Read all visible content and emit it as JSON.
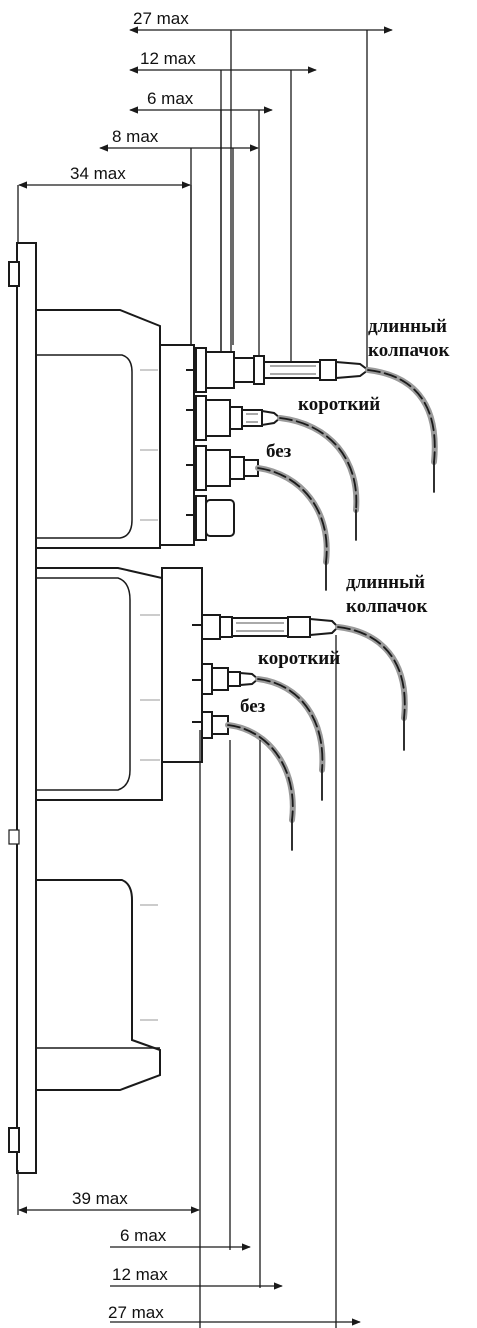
{
  "dimensions": {
    "top": [
      {
        "id": "t27",
        "label": "27 max"
      },
      {
        "id": "t12",
        "label": "12 max"
      },
      {
        "id": "t6",
        "label": "6 max"
      },
      {
        "id": "t8",
        "label": "8 max"
      },
      {
        "id": "t34",
        "label": "34 max"
      }
    ],
    "bottom": [
      {
        "id": "b39",
        "label": "39 max"
      },
      {
        "id": "b6",
        "label": "6 max"
      },
      {
        "id": "b12",
        "label": "12 max"
      },
      {
        "id": "b27",
        "label": "27 max"
      }
    ]
  },
  "labels": {
    "group1": {
      "long_line1": "длинный",
      "long_line2": "колпачок",
      "short": "короткий",
      "none": "без"
    },
    "group2": {
      "long_line1": "длинный",
      "long_line2": "колпачок",
      "short": "короткий",
      "none": "без"
    }
  },
  "colors": {
    "line": "#1a1a1a",
    "grey": "#9a9a9a"
  }
}
